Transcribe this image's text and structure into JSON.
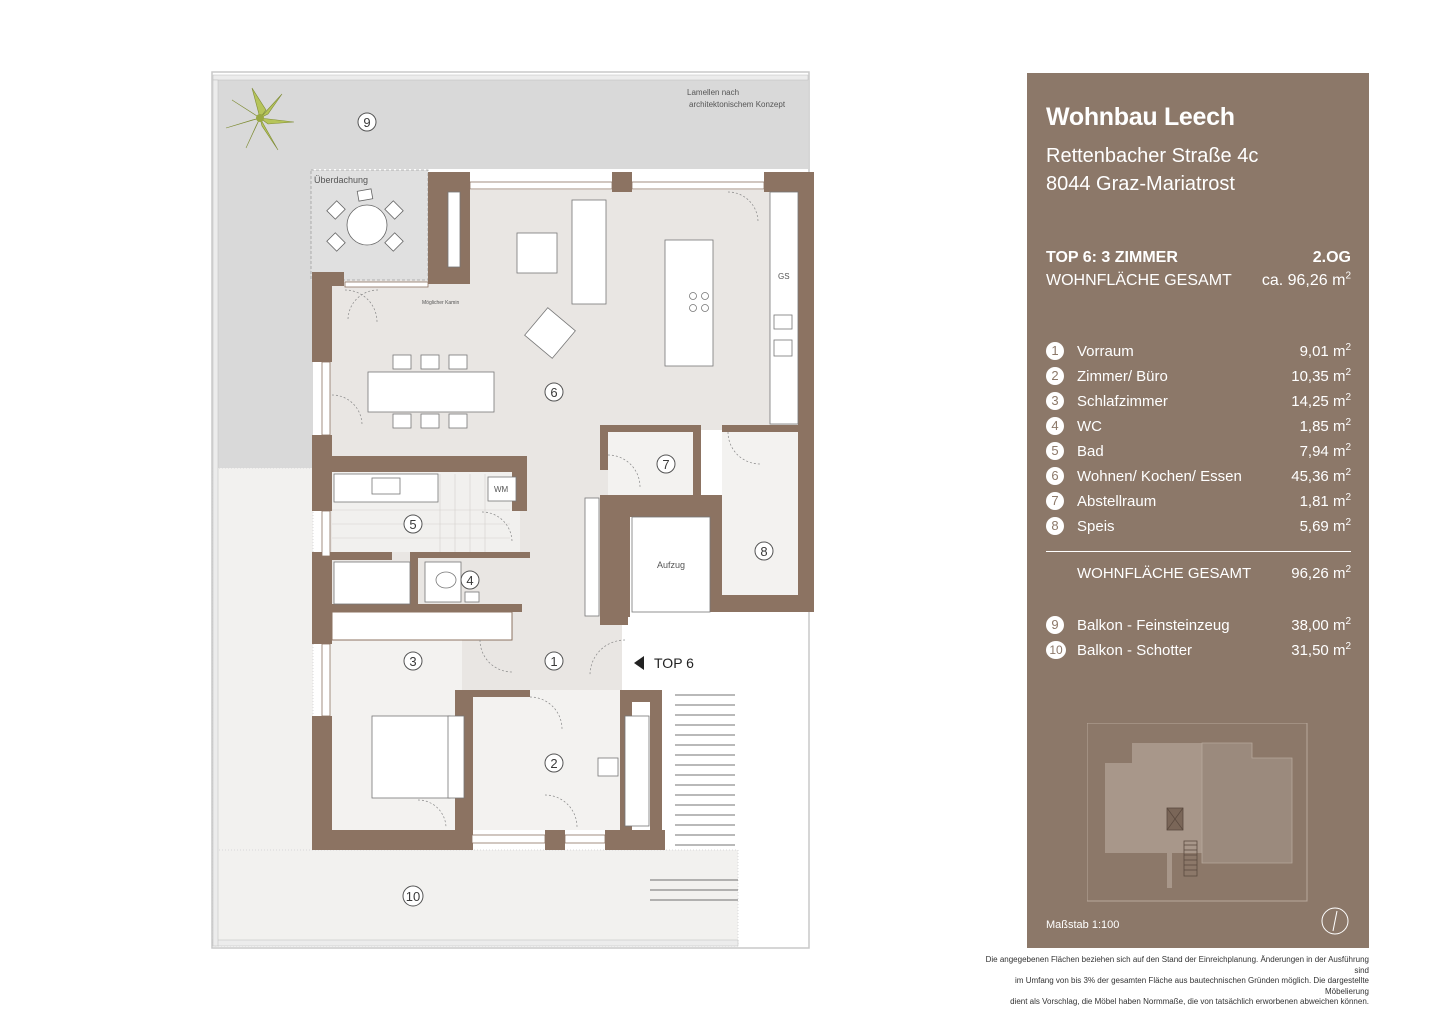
{
  "plan": {
    "room_numbers": [
      "1",
      "2",
      "3",
      "4",
      "5",
      "6",
      "7",
      "8",
      "9",
      "10"
    ],
    "note_lamellen_line1": "Lamellen nach",
    "note_lamellen_line2": "architektonischem Konzept",
    "label_ueberdachung": "Überdachung",
    "label_kamin": "Möglicher Kamin",
    "label_gs": "GS",
    "label_wm": "WM",
    "label_aufzug": "Aufzug",
    "label_entrance": "TOP 6",
    "colors": {
      "wall": "#8c7362",
      "floor": "#e9e6e3",
      "balcony": "#d9d9d9",
      "gravel": "#f2f1ef",
      "accent_plant": "#b6c45a"
    }
  },
  "panel": {
    "title": "Wohnbau Leech",
    "address_line1": "Rettenbacher Straße 4c",
    "address_line2": "8044 Graz-Mariatrost",
    "top_label": "TOP 6: 3 ZIMMER",
    "floor_label": "2.OG",
    "total_label": "WOHNFLÄCHE GESAMT",
    "total_value": "ca. 96,26 m",
    "area_unit_sup": "2",
    "rooms": [
      {
        "num": "1",
        "name": "Vorraum",
        "area": "9,01 m"
      },
      {
        "num": "2",
        "name": "Zimmer/ Büro",
        "area": "10,35 m"
      },
      {
        "num": "3",
        "name": "Schlafzimmer",
        "area": "14,25 m"
      },
      {
        "num": "4",
        "name": "WC",
        "area": "1,85 m"
      },
      {
        "num": "5",
        "name": "Bad",
        "area": "7,94 m"
      },
      {
        "num": "6",
        "name": "Wohnen/ Kochen/ Essen",
        "area": "45,36 m"
      },
      {
        "num": "7",
        "name": "Abstellraum",
        "area": "1,81 m"
      },
      {
        "num": "8",
        "name": "Speis",
        "area": "5,69 m"
      }
    ],
    "sum_label": "WOHNFLÄCHE GESAMT",
    "sum_value": "96,26 m",
    "balconies": [
      {
        "num": "9",
        "name": "Balkon - Feinsteinzeug",
        "area": "38,00 m"
      },
      {
        "num": "10",
        "name": "Balkon - Schotter",
        "area": "31,50 m"
      }
    ],
    "scale": "Maßstab 1:100",
    "color": "#8c7869"
  },
  "disclaimer": {
    "line1": "Die angegebenen Flächen beziehen sich auf den Stand der Einreichplanung. Änderungen in der Ausführung sind",
    "line2": "im Umfang von bis 3% der gesamten Fläche aus bautechnischen Gründen möglich. Die dargestellte Möbelierung",
    "line3": "dient als Vorschlag, die Möbel haben Normmaße, die von tatsächlich erworbenen abweichen können."
  }
}
